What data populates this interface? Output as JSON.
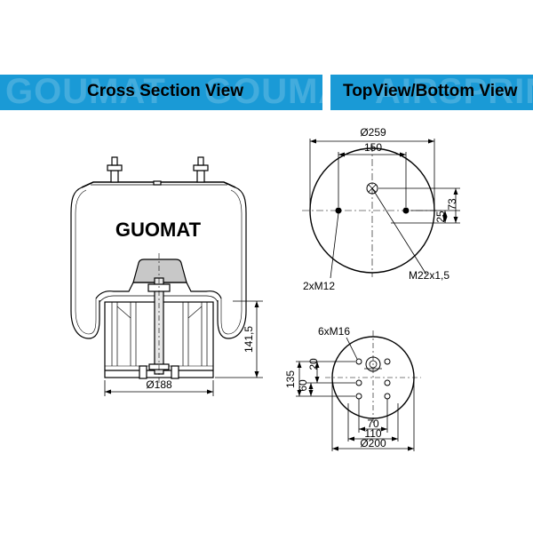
{
  "headers": {
    "left_title": "Cross Section View",
    "right_title": "TopView/Bottom View",
    "watermark_left": "GOUMAT",
    "watermark_mid": "GOUMAT",
    "watermark_right": "AIRSPRING"
  },
  "cross_section": {
    "brand_label": "GUOMAT",
    "dim_height": "141,5",
    "dim_diameter": "Ø188"
  },
  "top_view": {
    "dim_diameter": "Ø259",
    "dim_spacing": "150",
    "dim_73": "73",
    "dim_25": "25",
    "label_bolts": "2xM12",
    "label_air_port": "M22x1,5"
  },
  "bottom_view": {
    "label_bolts": "6xM16",
    "dim_135": "135",
    "dim_20": "20",
    "dim_60": "60",
    "dim_70": "70",
    "dim_110": "110",
    "dim_diameter": "Ø200"
  },
  "colors": {
    "banner": "#1a9ad6",
    "line": "#000000",
    "gray_piston": "#c8c8c8"
  }
}
